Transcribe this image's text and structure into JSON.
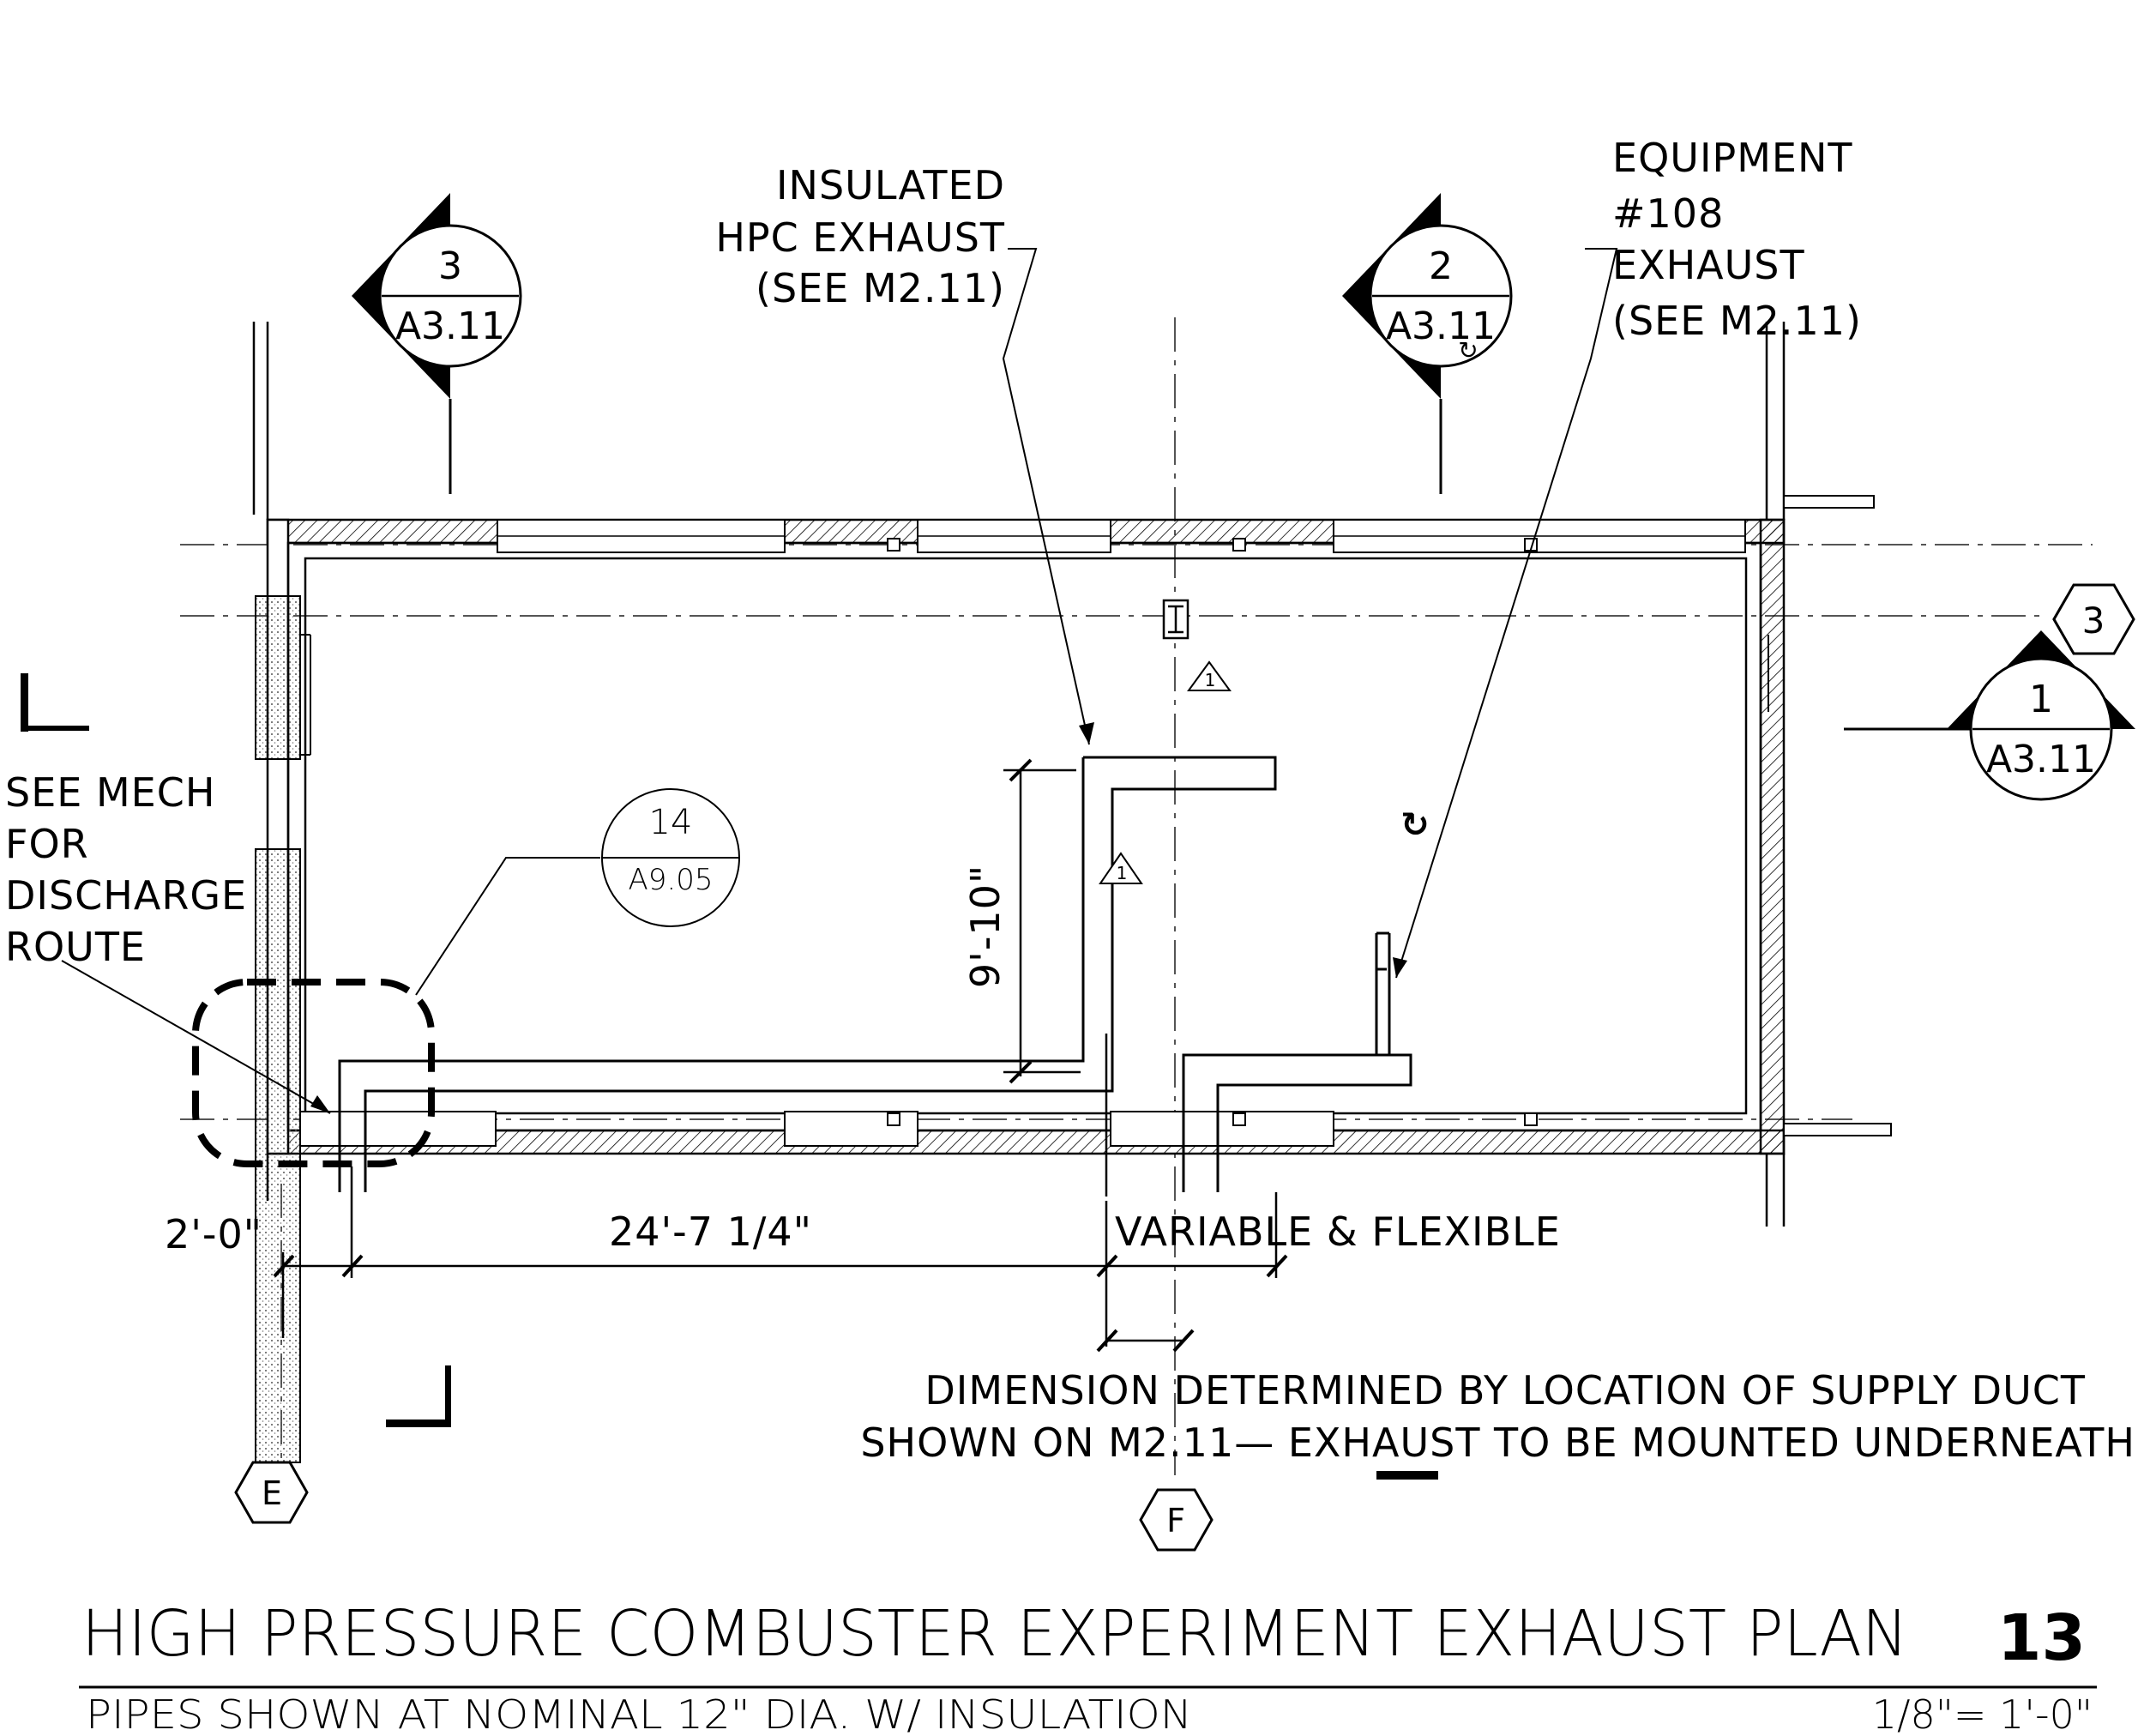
{
  "callouts": {
    "insulated_exhaust": [
      "INSULATED",
      "HPC EXHAUST",
      "(SEE M2.11)"
    ],
    "equipment_exhaust": [
      "EQUIPMENT",
      "#108",
      "EXHAUST",
      "(SEE M2.11)"
    ],
    "see_mech": [
      "SEE MECH",
      "FOR",
      "DISCHARGE",
      "ROUTE"
    ],
    "note": [
      "DIMENSION DETERMINED BY LOCATION OF SUPPLY DUCT",
      "SHOWN ON M2.11— EXHAUST TO BE MOUNTED UNDERNEATH"
    ]
  },
  "section_markers": [
    {
      "number": "3",
      "sheet": "A3.11"
    },
    {
      "number": "2",
      "sheet": "A3.11"
    },
    {
      "number": "1",
      "sheet": "A3.11"
    }
  ],
  "detail_marker": {
    "number": "14",
    "sheet": "A9.05"
  },
  "grid_bubbles": {
    "row": "3",
    "col_e": "E",
    "col_f": "F"
  },
  "revision_tag": "1",
  "dimensions": {
    "d1": "2'-0\"",
    "d2": "24'-7 1/4\"",
    "d3": "VARIABLE & FLEXIBLE",
    "d4": "9'-10\""
  },
  "title_block": {
    "title": "HIGH PRESSURE COMBUSTER EXPERIMENT EXHAUST PLAN",
    "number": "13",
    "subtitle": "PIPES SHOWN AT NOMINAL 12\" DIA. W/ INSULATION",
    "scale": "1/8\"= 1'-0\""
  }
}
